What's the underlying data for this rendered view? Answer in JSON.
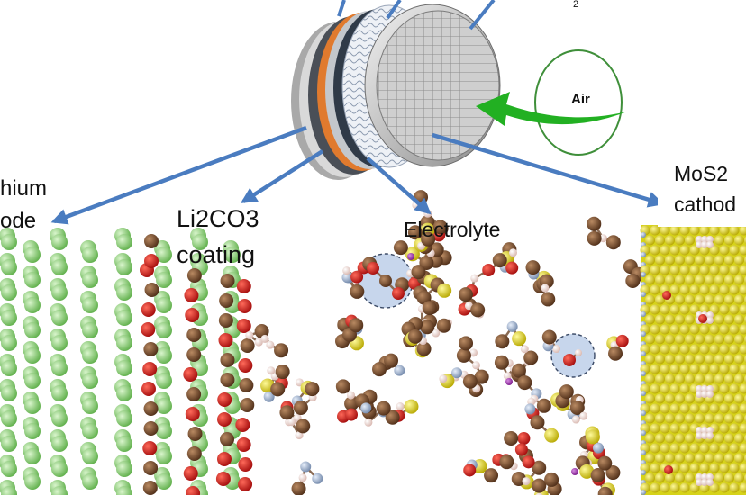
{
  "labels": {
    "anode_line1": "hium",
    "anode_line2": "ode",
    "coating_line1": "Li2CO3",
    "coating_line2": "coating",
    "electrolyte": "Electrolyte",
    "cathode_line1": "MoS2",
    "cathode_line2": "cathod",
    "air": "Air",
    "subscript_fragment": "2"
  },
  "colors": {
    "lithium_atom": "#8fd27a",
    "carbon_atom": "#7a4a2a",
    "oxygen_atom": "#d01818",
    "sulfur_atom": "#e6dd1a",
    "hydrogen_atom": "#f2d8d2",
    "nitrogen_atom": "#9db0cc",
    "arrow_blue": "#4a7cc0",
    "air_arrow_green": "#22b022",
    "air_circle_border": "#3f8f3a",
    "highlight_circle": "#c7d6ec"
  },
  "icons": [
    "coin-cell-battery-icon",
    "air-flow-arrow-icon"
  ]
}
